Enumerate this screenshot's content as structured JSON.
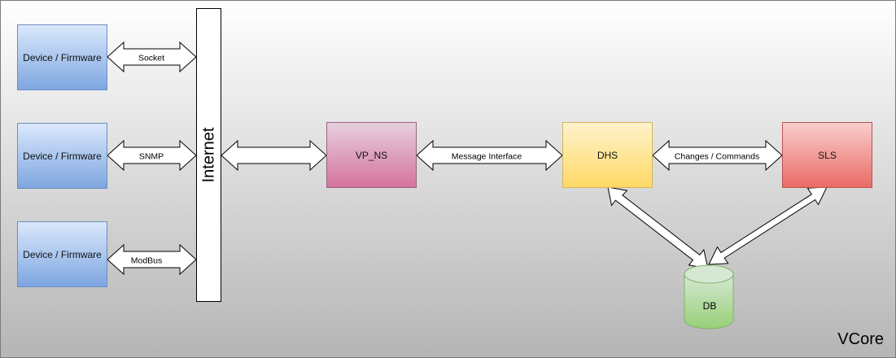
{
  "nodes": {
    "device_1": "Device / Firmware",
    "device_2": "Device / Firmware",
    "device_3": "Device / Firmware",
    "internet": "Internet",
    "vp_ns": "VP_NS",
    "dhs": "DHS",
    "sls": "SLS",
    "db": "DB"
  },
  "connections": {
    "socket": "Socket",
    "snmp": "SNMP",
    "modbus": "ModBus",
    "internet_vpns": "",
    "message_interface": "Message Interface",
    "changes_commands": "Changes / Commands",
    "dhs_db": "",
    "sls_db": ""
  },
  "footer": {
    "label": "VCore"
  },
  "colors": {
    "device_fill_top": "#dae8fc",
    "device_fill_bottom": "#7ea6e0",
    "device_stroke": "#6c8ebf",
    "vpns_fill_top": "#e6d0de",
    "vpns_fill_bottom": "#d5739d",
    "vpns_stroke": "#996185",
    "dhs_fill_top": "#fff2cc",
    "dhs_fill_bottom": "#ffd966",
    "dhs_stroke": "#d6b656",
    "sls_fill_top": "#f8cecc",
    "sls_fill_bottom": "#ea6b66",
    "sls_stroke": "#b85450",
    "db_fill_top": "#d5e8d4",
    "db_fill_bottom": "#97d077",
    "db_stroke": "#82b366",
    "background_top": "#ffffff",
    "background_bottom": "#b5b5b5"
  }
}
